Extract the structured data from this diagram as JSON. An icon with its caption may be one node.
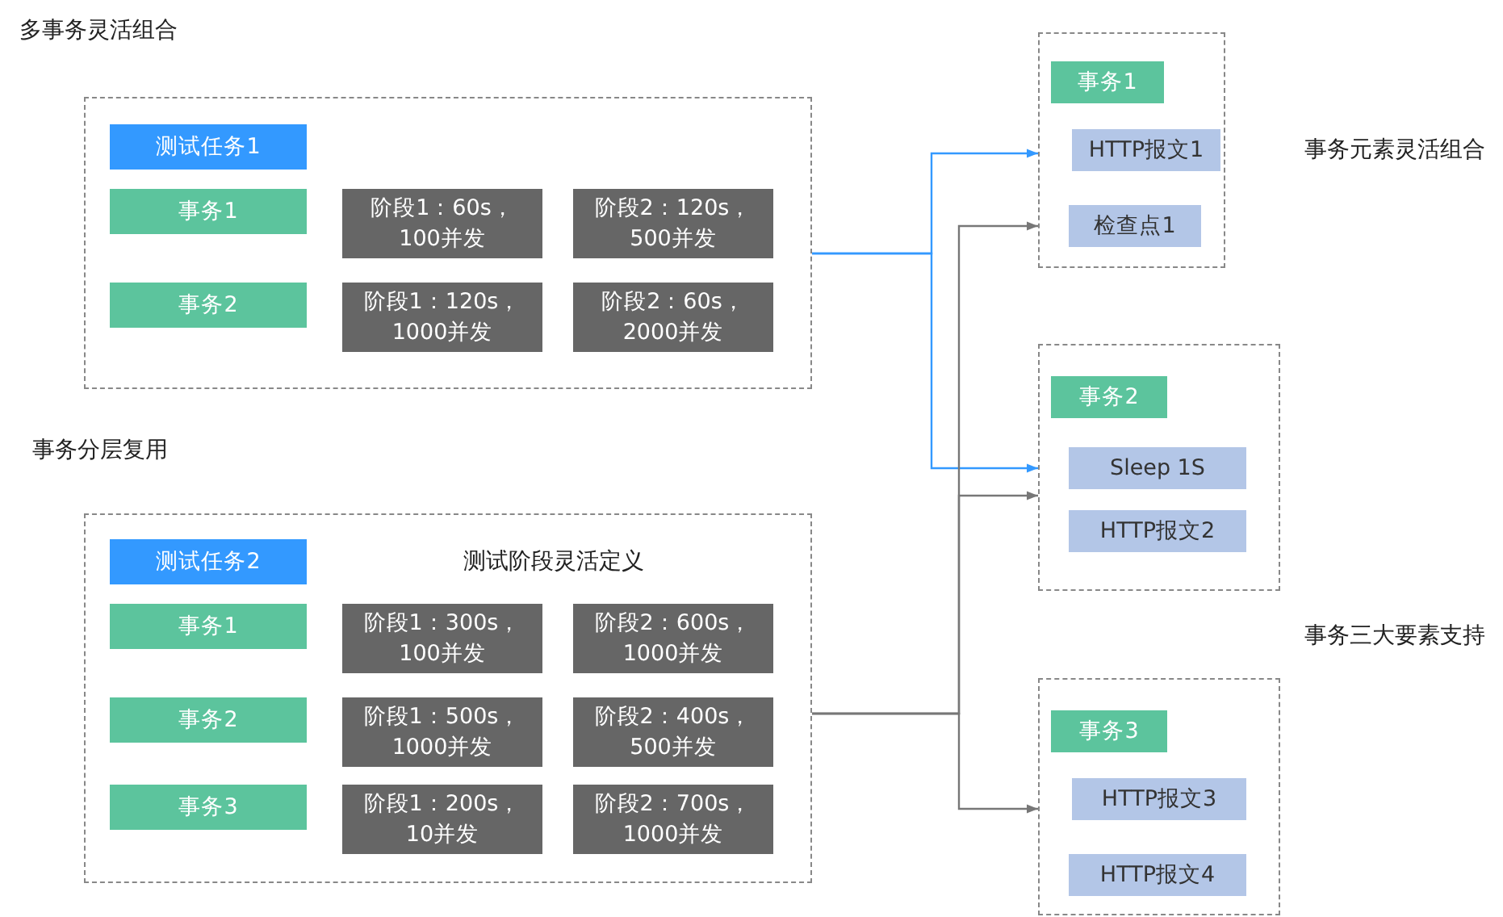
{
  "diagram": {
    "nodes": [
      {
        "text": [],
        "shape": "box"
      },
      {
        "text": [
          "测试任务1"
        ],
        "in": 0
      },
      {
        "text": [
          "事务1"
        ],
        "in": 0
      },
      {
        "text": [
          "阶段1：60s，100并发"
        ],
        "in": 0
      },
      {
        "text": [
          "阶段2：120s，500并发"
        ],
        "in": 0
      },
      {
        "text": [
          "事务2"
        ],
        "in": 0
      },
      {
        "text": [
          "阶段1：120s，1000并发"
        ],
        "in": 0
      },
      {
        "text": [
          "阶段2：60s，2000并发"
        ],
        "in": 0
      },
      {
        "text": [],
        "shape": "box"
      },
      {
        "text": [
          "测试任务2"
        ],
        "in": 8
      },
      {
        "text": [
          "事务1"
        ],
        "in": 8
      },
      {
        "text": [
          "阶段1：300s，100并发"
        ],
        "in": 8
      },
      {
        "text": [
          "阶段2：600s，1000并发"
        ],
        "in": 8
      },
      {
        "text": [
          "事务2"
        ],
        "in": 8
      },
      {
        "text": [
          "阶段1：500s，1000并发"
        ],
        "in": 8
      },
      {
        "text": [
          "阶段2：400s，500并发"
        ],
        "in": 8
      },
      {
        "text": [
          "事务3"
        ],
        "in": 8
      },
      {
        "text": [
          "阶段1：200s，10并发"
        ],
        "in": 8
      },
      {
        "text": [
          "阶段2：700s，1000并发"
        ],
        "in": 8
      },
      {
        "text": [],
        "shape": "box"
      },
      {
        "text": [
          "事务1"
        ],
        "in": 19
      },
      {
        "text": [
          "HTTP报文1"
        ],
        "in": 19
      },
      {
        "text": [
          "检查点1"
        ],
        "in": 19
      },
      {
        "text": [],
        "shape": "box"
      },
      {
        "text": [
          "事务2"
        ],
        "in": 23
      },
      {
        "text": [
          "Sleep 1S"
        ],
        "in": 23
      },
      {
        "text": [
          "HTTP报文2"
        ],
        "in": 23
      },
      {
        "text": [],
        "shape": "box"
      },
      {
        "text": [
          "事务3"
        ],
        "in": 27
      },
      {
        "text": [
          "HTTP报文3"
        ],
        "in": 27
      },
      {
        "text": [
          "HTTP报文4"
        ],
        "in": 27
      }
    ],
    "edges": [
      {
        "from": 0,
        "to": 19,
        "arrow": "to",
        "color": "#3399ff"
      },
      {
        "from": 0,
        "to": 23,
        "arrow": "to",
        "color": "#3399ff"
      },
      {
        "from": 8,
        "to": 19,
        "arrow": "to"
      },
      {
        "from": 8,
        "to": 23,
        "arrow": "to"
      },
      {
        "from": 8,
        "to": 27,
        "arrow": "to"
      }
    ],
    "labels": [
      "多事务灵活组合",
      "事务分层复用",
      "测试阶段灵活定义",
      "事务元素灵活组合",
      "事务三大要素支持"
    ]
  }
}
